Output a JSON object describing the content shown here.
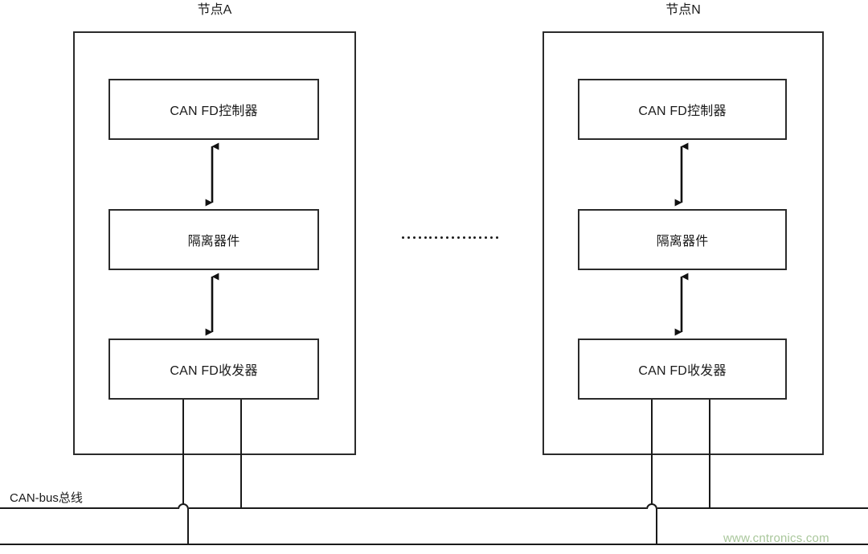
{
  "diagram": {
    "title_hidden": "",
    "background_color": "#ffffff",
    "stroke_color": "#2b2b2b",
    "text_color": "#1a1a1a",
    "watermark_color": "#a9c79b"
  },
  "nodes": [
    {
      "id": "node-a",
      "title": "节点A",
      "blocks": [
        {
          "id": "controller",
          "label": "CAN FD控制器"
        },
        {
          "id": "isolator",
          "label": "隔离器件"
        },
        {
          "id": "transceiver",
          "label": "CAN FD收发器"
        }
      ],
      "connectors": [
        {
          "id": "controller-isolator-link",
          "type": "double-arrow"
        },
        {
          "id": "isolator-transceiver-link",
          "type": "double-arrow"
        }
      ]
    },
    {
      "id": "node-n",
      "title": "节点N",
      "blocks": [
        {
          "id": "controller",
          "label": "CAN FD控制器"
        },
        {
          "id": "isolator",
          "label": "隔离器件"
        },
        {
          "id": "transceiver",
          "label": "CAN FD收发器"
        }
      ],
      "connectors": [
        {
          "id": "controller-isolator-link",
          "type": "double-arrow"
        },
        {
          "id": "isolator-transceiver-link",
          "type": "double-arrow"
        }
      ]
    }
  ],
  "ellipsis": {
    "id": "node-continuation-ellipsis",
    "dot_count": 18
  },
  "bus": {
    "label": "CAN-bus总线",
    "lines": 2
  },
  "watermark": {
    "text": "www.cntronics.com"
  }
}
